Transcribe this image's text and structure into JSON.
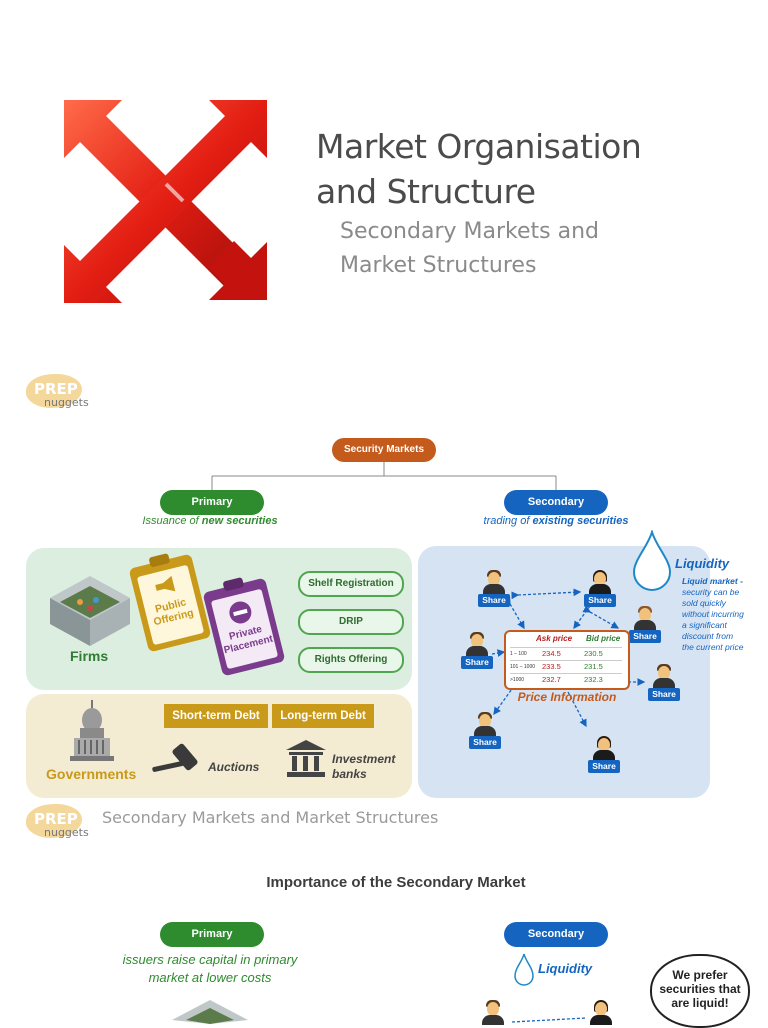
{
  "header": {
    "title_line1": "Market Organisation",
    "title_line2": "and Structure",
    "subtitle_line1": "Secondary Markets and",
    "subtitle_line2": "Market Structures"
  },
  "logo": {
    "prep": "PREP",
    "nuggets": "nuggets"
  },
  "diagram": {
    "root": "Security Markets",
    "primary": {
      "label": "Primary",
      "note_prefix": "Issuance of ",
      "note_bold": "new securities"
    },
    "secondary": {
      "label": "Secondary",
      "note_prefix": "trading of ",
      "note_bold": "existing securities"
    },
    "firms": {
      "label": "Firms",
      "clip1_line1": "Public",
      "clip1_line2": "Offering",
      "clip2_line1": "Private",
      "clip2_line2": "Placement",
      "options": [
        "Shelf Registration",
        "DRIP",
        "Rights Offering"
      ]
    },
    "governments": {
      "label": "Governments",
      "debt_short": "Short-term Debt",
      "debt_long": "Long-term Debt",
      "auctions": "Auctions",
      "banks_line1": "Investment",
      "banks_line2": "banks"
    },
    "liquidity": {
      "label": "Liquidity",
      "desc_bold": "Liquid market -",
      "desc_lines": [
        "security can be",
        "sold quickly",
        "without incurring",
        "a significant",
        "discount from",
        "the current price"
      ]
    },
    "price_table": {
      "ask_header": "Ask price",
      "bid_header": "Bid price",
      "rows": [
        {
          "qty": "1 – 100",
          "ask": "234.5",
          "bid": "230.5"
        },
        {
          "qty": "101 – 1000",
          "ask": "233.5",
          "bid": "231.5"
        },
        {
          "qty": ">1000",
          "ask": "232.7",
          "bid": "232.3"
        }
      ],
      "caption": "Price Information"
    },
    "share_label": "Share"
  },
  "footer_caption": "Secondary Markets and Market Structures",
  "importance": {
    "heading": "Importance of the Secondary Market",
    "primary": "Primary",
    "primary_note_line1": "issuers raise capital in primary",
    "primary_note_line2": "market at lower costs",
    "secondary": "Secondary",
    "liquidity": "Liquidity",
    "bubble_line1": "We prefer",
    "bubble_line2": "securities that",
    "bubble_line3": "are liquid!"
  },
  "colors": {
    "primary_green": "#2e8b2e",
    "secondary_blue": "#1565c0",
    "root_orange": "#c45a1b",
    "firms_panel": "#dceee0",
    "gov_panel": "#f3ecd3",
    "secondary_panel": "#d6e3f3",
    "gold": "#c99a19"
  }
}
